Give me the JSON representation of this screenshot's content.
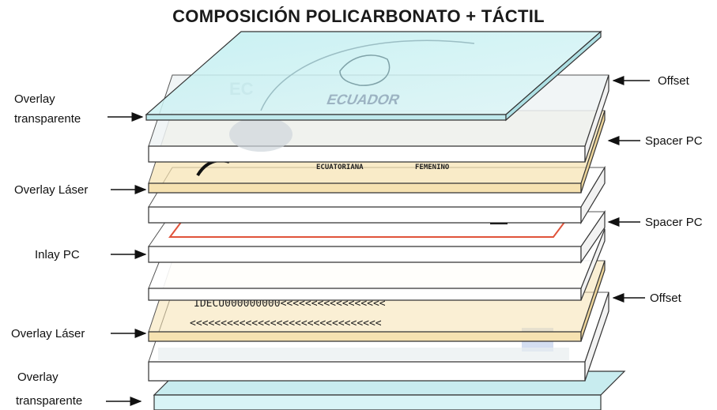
{
  "title": "COMPOSICIÓN POLICARBONATO + TÁCTIL",
  "layers_left": {
    "overlay_transparente_top_line1": "Overlay",
    "overlay_transparente_top_line2": "transparente",
    "overlay_laser_top": "Overlay Láser",
    "inlay_pc": "Inlay PC",
    "overlay_laser_bottom": "Overlay Láser",
    "overlay_transparente_bottom_line1": "Overlay",
    "overlay_transparente_bottom_line2": "transparente"
  },
  "layers_right": {
    "offset_top": "Offset",
    "spacer_pc_top": "Spacer PC",
    "spacer_pc_bottom": "Spacer PC",
    "offset_bottom": "Offset"
  },
  "card_print": {
    "country_code": "EC",
    "country_name": "ECUADOR",
    "nationality": "ECUATORIANA",
    "sex": "FEMENINO",
    "mrz_line1": "IDECU000000000<<<<<<<<<<<<<<<<<",
    "mrz_line2": "<<<<<<<<<<<<<<<<<<<<<<<<<<<<<<<"
  },
  "colors": {
    "transparent_layer": "#c8ecef",
    "laser_layer": "#f6e2b1",
    "white_layer": "#ffffff",
    "edge_line": "#333333",
    "antenna": "#e0533a"
  }
}
